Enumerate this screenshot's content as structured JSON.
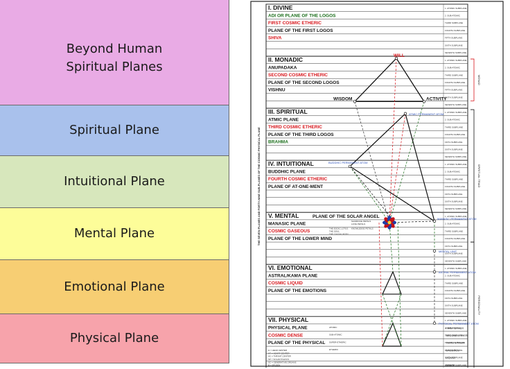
{
  "planes": [
    {
      "name": "Beyond Human\nSpiritual Planes",
      "color": "#e9abe5"
    },
    {
      "name": "Spiritual Plane",
      "color": "#a9c1ec"
    },
    {
      "name": "Intuitional Plane",
      "color": "#d7e7bc"
    },
    {
      "name": "Mental Plane",
      "color": "#fdfd99"
    },
    {
      "name": "Emotional Plane",
      "color": "#f7ce73"
    },
    {
      "name": "Physical Plane",
      "color": "#f7a3ab"
    }
  ],
  "chart": {
    "vertical_title": "THE SEVEN PLANES AND FORTY-NINE SUB-PLANES OF THE COSMIC PHYSICAL PLANE",
    "sections": [
      {
        "title": "I. DIVINE",
        "rows": [
          {
            "text": "ADI OR PLANE OF THE LOGOS",
            "tone": "green"
          },
          {
            "text": "FIRST COSMIC ETHERIC",
            "tone": "red"
          },
          {
            "text": "PLANE OF THE FIRST LOGOS",
            "tone": "black"
          },
          {
            "text": "SHIVA",
            "tone": "red"
          },
          {
            "text": "",
            "tone": "black"
          },
          {
            "text": "",
            "tone": "black"
          }
        ]
      },
      {
        "title": "II. MONADIC",
        "rows": [
          {
            "text": "ANUPADAKA",
            "tone": "black"
          },
          {
            "text": "SECOND COSMIC ETHERIC",
            "tone": "red"
          },
          {
            "text": "PLANE OF THE SECOND LOGOS",
            "tone": "black"
          },
          {
            "text": "VISHNU",
            "tone": "black"
          },
          {
            "text": "",
            "tone": "black"
          },
          {
            "text": "",
            "tone": "black"
          }
        ]
      },
      {
        "title": "III. SPIRITUAL",
        "rows": [
          {
            "text": "ATMIC PLANE",
            "tone": "black"
          },
          {
            "text": "THIRD COSMIC ETHERIC",
            "tone": "red"
          },
          {
            "text": "PLANE OF THE THIRD LOGOS",
            "tone": "black"
          },
          {
            "text": "BRAHMA",
            "tone": "green"
          },
          {
            "text": "",
            "tone": "black"
          },
          {
            "text": "",
            "tone": "black"
          }
        ]
      },
      {
        "title": "IV. INTUITIONAL",
        "rows": [
          {
            "text": "BUDDHIC PLANE",
            "tone": "black"
          },
          {
            "text": "FOURTH COSMIC ETHERIC",
            "tone": "red"
          },
          {
            "text": "PLANE OF AT-ONE-MENT",
            "tone": "black"
          },
          {
            "text": "",
            "tone": "black"
          },
          {
            "text": "",
            "tone": "black"
          },
          {
            "text": "",
            "tone": "black"
          }
        ]
      },
      {
        "title": "V. MENTAL",
        "title_extra": "PLANE OF THE SOLAR ANGEL",
        "rows": [
          {
            "text": "MANASIC PLANE",
            "tone": "black"
          },
          {
            "text": "COSMIC GASEOUS",
            "tone": "red"
          },
          {
            "text": "PLANE OF THE LOWER MIND",
            "tone": "black"
          },
          {
            "text": "",
            "tone": "black"
          },
          {
            "text": "",
            "tone": "black"
          },
          {
            "text": "",
            "tone": "black"
          }
        ]
      },
      {
        "title": "VI. EMOTIONAL",
        "rows": [
          {
            "text": "ASTRAL/KAMA PLANE",
            "tone": "black"
          },
          {
            "text": "COSMIC LIQUID",
            "tone": "red"
          },
          {
            "text": "PLANE OF THE EMOTIONS",
            "tone": "black"
          },
          {
            "text": "",
            "tone": "black"
          },
          {
            "text": "",
            "tone": "black"
          },
          {
            "text": "",
            "tone": "black"
          }
        ]
      },
      {
        "title": "VII. PHYSICAL",
        "rows": [
          {
            "text": "PHYSICAL PLANE",
            "tone": "black"
          },
          {
            "text": "COSMIC DENSE",
            "tone": "red"
          },
          {
            "text": "PLANE OF THE PHYSICAL",
            "tone": "black"
          },
          {
            "text": "",
            "tone": "black"
          },
          {
            "text": "",
            "tone": "black"
          },
          {
            "text": "",
            "tone": "black"
          }
        ]
      }
    ],
    "physical_subplanes": [
      "FIRST ETHER",
      "SECOND ETHER",
      "THIRD ETHER",
      "GASEOUS",
      "LIQUID",
      "DENSE"
    ],
    "labels": {
      "will": "WILL",
      "wisdom": "WISDOM",
      "activity": "ACTIVITY",
      "atmic_atom": "ATMIC PERMANENT ATOM",
      "buddhic_atom": "BUDDHIC PERMANENT ATOM",
      "manasic_atom": "MANASIC PERMANENT ATOM",
      "mental_unit": "MENTAL UNIT",
      "astral_atom": "ASTRAL PERMANENT ATOM",
      "physical_atom": "PHYSICAL PERMANENT ATOM",
      "egoic_lotus": "THE EGOIC LOTUS",
      "the_soul": "THE SOUL",
      "causal_body": "THE CAUSAL BODY",
      "sacrifice_petals": "SACRIFICE PETALS",
      "love_petals": "LOVE PETALS",
      "knowledge_petals": "KNOWLEDGE PETALS",
      "atomic": "ATOMIC",
      "sub_atomic": "SUB-ATOMIC",
      "super_etheric": "SUPER-ETHERIC",
      "etheric": "ETHERIC"
    },
    "bracket_labels": {
      "monad": "MONAD",
      "spiritual_triad": "SPIRITUAL TRIAD",
      "personality": "PERSONALITY"
    },
    "subplane_names": [
      "1. ATOMIC SUBPLANE",
      "2. SUB-ATOMIC",
      "THIRD SUBPLANE",
      "FOURTH SUBPLANE",
      "FIFTH SUBPLANE",
      "SIXTH SUBPLANE",
      "SEVENTH SUBPLANE"
    ],
    "legend": [
      "H = HEAD CENTER",
      "HT = HEART CENTER",
      "AC = THROAT CENTER",
      "SP = SOLAR PLEXUS",
      "SC = GENERATIVE ORGANS",
      "B = SPLEEN"
    ]
  }
}
